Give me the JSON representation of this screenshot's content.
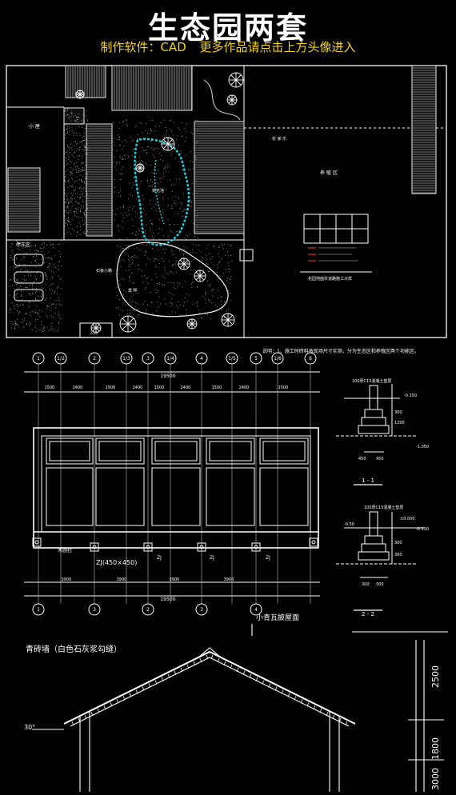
{
  "header": {
    "title": "生态园两套",
    "software_label": "制作软件：CAD",
    "more_works": "更多作品请点击上方头像进入"
  },
  "plan": {
    "labels": {
      "area_a": "小 屋",
      "area_b": "停车区",
      "area_c": "养 殖 区",
      "area_d": "农 家 乐",
      "lake": "荷花池",
      "path": "石板小路",
      "sign": "花园地面灰道路施工大样",
      "gate": "入口",
      "lawn": "草 坪"
    }
  },
  "elevation": {
    "axes_top": [
      "1",
      "1/2",
      "2",
      "1/3",
      "3",
      "1/4",
      "4",
      "1/5",
      "5",
      "1/6",
      "6"
    ],
    "axes_bottom": [
      "1",
      "3",
      "2",
      "3",
      "4"
    ],
    "top_dims": [
      "1500",
      "2400",
      "1500",
      "2400",
      "1500",
      "2400",
      "1500",
      "2400",
      "1500"
    ],
    "top_total": "19500",
    "bottom_dims": [
      "3900",
      "3900",
      "3900",
      "3900"
    ],
    "bottom_total": "19500",
    "column_label": "ZJ(450×450)",
    "col_tag": "ZJ",
    "wood_col": "木圆柱",
    "note": "说明：1、施工时砖料按现场尺寸实测，分为生态区和养殖区两个功能区。"
  },
  "details": {
    "sec1_label": "1 - 1",
    "sec2_label": "2 - 2",
    "d1": "100厚C15混凝土垫层",
    "d2": "100厚C15混凝土垫层",
    "lv1": "-0.150",
    "lv2": "-1.050",
    "lv3": "-0.150",
    "lv4": "±0.000",
    "lv5": "-0.50",
    "w1": "450",
    "w2": "450",
    "w3": "300",
    "w4": "300",
    "h1": "300",
    "h2": "1200",
    "h3": "300",
    "h4": "300"
  },
  "roof": {
    "wall_note": "青砖墙（白色石灰浆勾缝）",
    "roof_note": "小青瓦披屋面",
    "angle": "30°",
    "dim_a": "2500",
    "dim_b": "1800",
    "dim_c": "3000"
  }
}
